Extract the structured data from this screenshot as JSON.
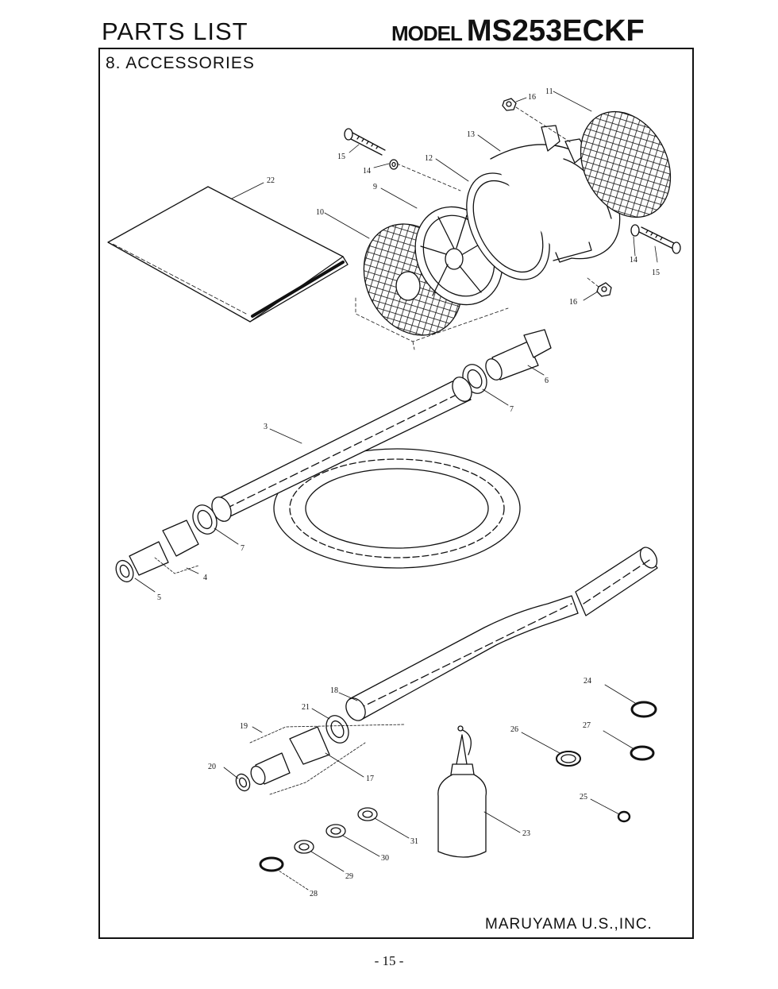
{
  "header": {
    "title": "PARTS LIST",
    "model_label": "MODEL",
    "model_number": "MS253ECKF"
  },
  "section": {
    "title": "8. ACCESSORIES"
  },
  "footer": {
    "company": "MARUYAMA U.S.,INC.",
    "page": "- 15 -"
  },
  "callouts": {
    "c3": "3",
    "c4": "4",
    "c5": "5",
    "c6": "6",
    "c7a": "7",
    "c7b": "7",
    "c9": "9",
    "c10": "10",
    "c11": "11",
    "c12": "12",
    "c13": "13",
    "c14a": "14",
    "c14b": "14",
    "c15a": "15",
    "c15b": "15",
    "c16a": "16",
    "c16b": "16",
    "c17": "17",
    "c18": "18",
    "c19": "19",
    "c20": "20",
    "c21": "21",
    "c22": "22",
    "c23": "23",
    "c24": "24",
    "c25": "25",
    "c26": "26",
    "c27": "27",
    "c28": "28",
    "c29": "29",
    "c30": "30",
    "c31": "31"
  }
}
